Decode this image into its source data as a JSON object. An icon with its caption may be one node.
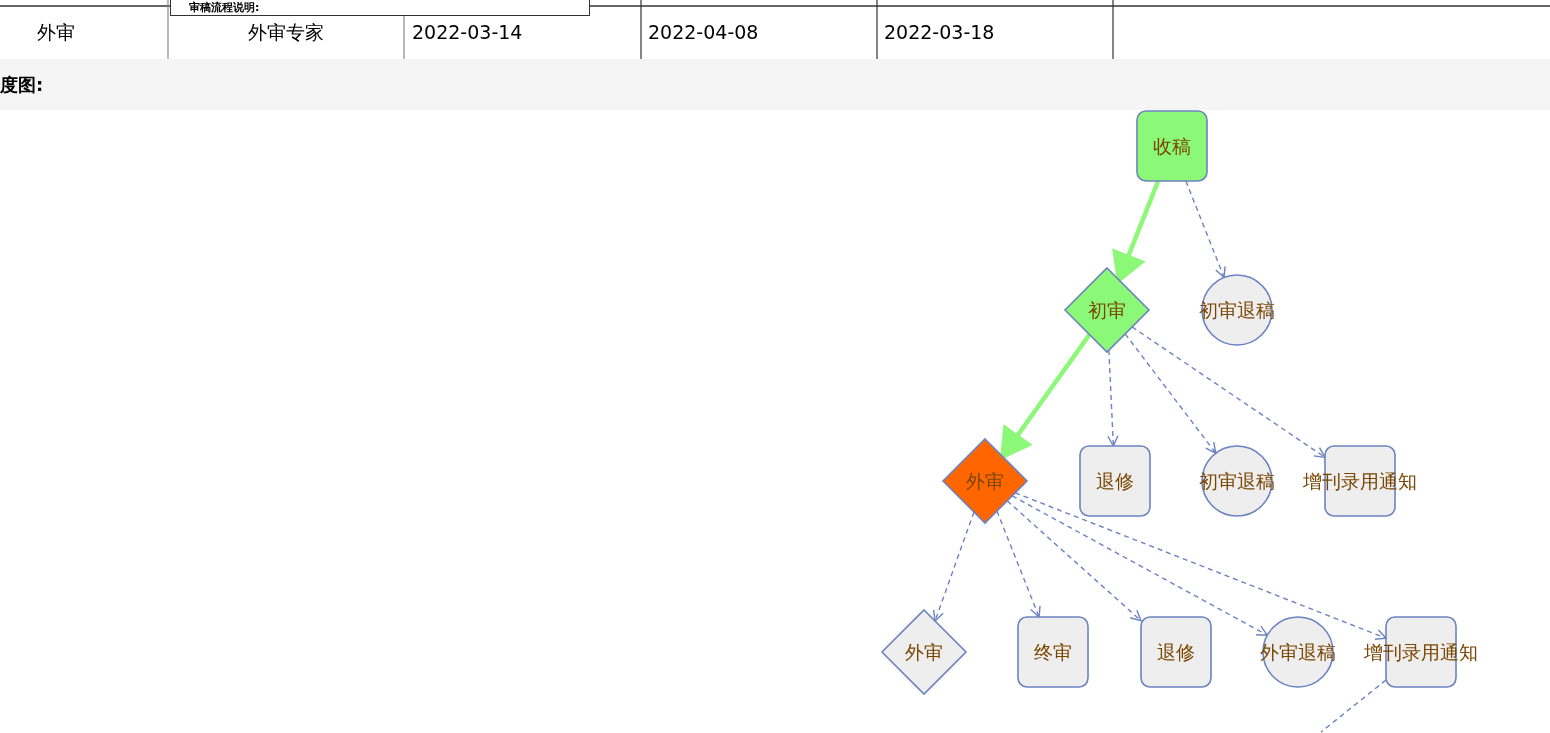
{
  "diagram": {
    "nodes": [
      {
        "text": [
          "收稿"
        ]
      },
      {
        "text": [
          "初审"
        ]
      },
      {
        "text": [
          "初审退稿"
        ]
      },
      {
        "text": [
          "外审"
        ]
      },
      {
        "text": [
          "退修"
        ]
      },
      {
        "text": [
          "初审退稿"
        ]
      },
      {
        "text": [
          "增刊录用通知"
        ]
      },
      {
        "text": [
          "外审"
        ]
      },
      {
        "text": [
          "终审"
        ]
      },
      {
        "text": [
          "退修"
        ]
      },
      {
        "text": [
          "外审退稿"
        ]
      },
      {
        "text": [
          "增刊录用通知"
        ]
      }
    ],
    "edges": [
      {
        "from": 0,
        "to": 1,
        "arrow": "to",
        "style": "thick",
        "color": "#8cf878"
      },
      {
        "from": 0,
        "to": 2,
        "arrow": "to",
        "style": "dashed"
      },
      {
        "from": 1,
        "to": 3,
        "arrow": "to",
        "style": "thick",
        "color": "#8cf878"
      },
      {
        "from": 1,
        "to": 4,
        "arrow": "to",
        "style": "dashed"
      },
      {
        "from": 1,
        "to": 5,
        "arrow": "to",
        "style": "dashed"
      },
      {
        "from": 1,
        "to": 6,
        "arrow": "to",
        "style": "dashed"
      },
      {
        "from": 3,
        "to": 7,
        "arrow": "to",
        "style": "dashed"
      },
      {
        "from": 3,
        "to": 8,
        "arrow": "to",
        "style": "dashed"
      },
      {
        "from": 3,
        "to": 9,
        "arrow": "to",
        "style": "dashed"
      },
      {
        "from": 3,
        "to": 10,
        "arrow": "to",
        "style": "dashed"
      },
      {
        "from": 3,
        "to": 11,
        "arrow": "to",
        "style": "dashed"
      },
      {
        "from": 11,
        "to": null,
        "arrow": "none",
        "style": "dashed"
      }
    ],
    "labels": [
      "审稿流程说明:",
      "外审",
      "外审专家",
      "2022-03-14",
      "2022-04-08",
      "2022-03-18",
      "度图:"
    ]
  }
}
